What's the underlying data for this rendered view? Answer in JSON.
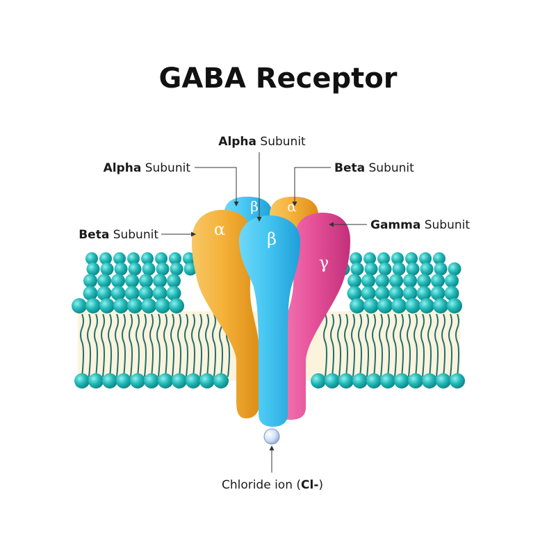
{
  "title": "GABA Receptor",
  "labels": {
    "alpha_top": {
      "bold": "Alpha",
      "rest": " Subunit"
    },
    "alpha_left": {
      "bold": "Alpha",
      "rest": " Subunit"
    },
    "beta_right": {
      "bold": "Beta",
      "rest": " Subunit"
    },
    "beta_left": {
      "bold": "Beta",
      "rest": " Subunit"
    },
    "gamma_right": {
      "bold": "Gamma",
      "rest": " Subunit"
    },
    "chloride": {
      "before": "Chloride ion (",
      "bold": "Cl-",
      "after": ")"
    }
  },
  "subunit_symbols": {
    "back_blue": "β",
    "back_orange": "α",
    "front_orange": "α",
    "front_blue": "β",
    "front_pink": "γ"
  },
  "colors": {
    "membrane_head": "#1fb3b3",
    "membrane_bg": "#fbf3dc",
    "orange": "#f2ac2e",
    "blue": "#3fc4ef",
    "pink": "#e8529b",
    "ion": "#c9dcf7"
  }
}
